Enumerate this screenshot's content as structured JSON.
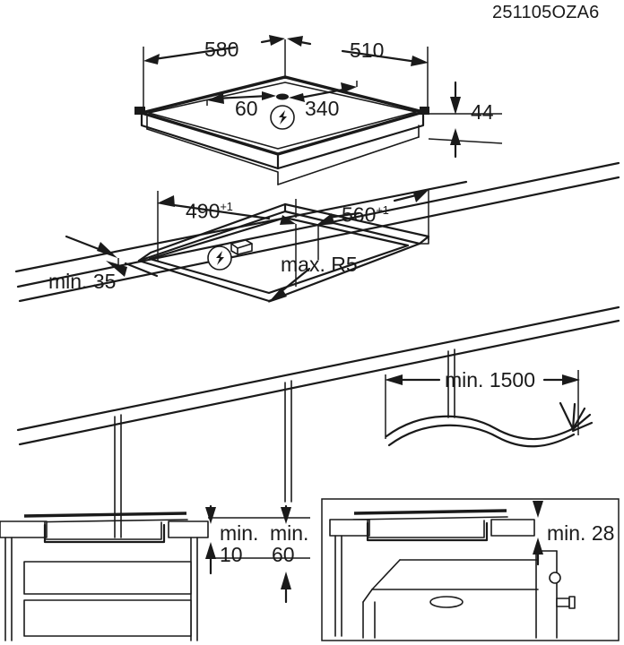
{
  "document": {
    "code": "251105OZA6",
    "type": "appliance-installation-drawing",
    "units": "mm"
  },
  "figures": {
    "hob_overview": {
      "name": "hob-isometric-dimensions",
      "dimensions": {
        "width_label": "580",
        "depth_label": "510",
        "connector_offset_label": "60",
        "connector_center_label": "340",
        "height_label": "44"
      },
      "icons": {
        "electrical": "lightning-bolt-icon"
      }
    },
    "cutout": {
      "name": "worktop-cutout-dimensions",
      "dimensions": {
        "cutout_depth_label": "490",
        "cutout_depth_tolerance": "+1",
        "cutout_width_label": "560",
        "cutout_width_tolerance": "+1",
        "corner_radius_label": "max. R5",
        "front_edge_label": "min. 35"
      },
      "icons": {
        "electrical": "lightning-bolt-icon"
      }
    },
    "cable": {
      "name": "power-cable-length",
      "dimensions": {
        "length_label": "min. 1500"
      }
    },
    "section_drawer": {
      "name": "cross-section-over-drawer",
      "dimensions": {
        "clearance_top_label": "min.",
        "clearance_top_value": "10",
        "clearance_bottom_label": "min.",
        "clearance_bottom_value": "60"
      }
    },
    "section_oven": {
      "name": "cross-section-over-oven",
      "dimensions": {
        "clearance_label": "min. 28"
      }
    }
  },
  "style": {
    "line_color": "#1a1a1a",
    "background": "#ffffff"
  }
}
